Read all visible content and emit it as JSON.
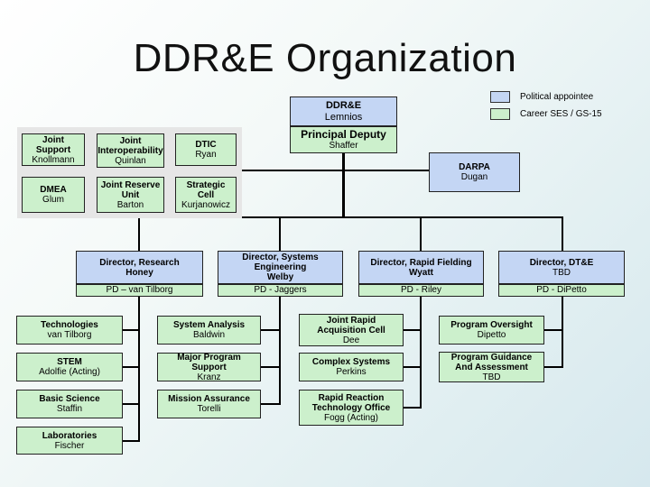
{
  "title": "DDR&E Organization",
  "legend": [
    {
      "label": "Political appointee",
      "color": "#c4d6f4"
    },
    {
      "label": "Career SES / GS-15",
      "color": "#ccf0cc"
    }
  ],
  "top": {
    "title": "DDR&E",
    "name": "Lemnios"
  },
  "deputy": {
    "title": "Principal Deputy",
    "name": "Shaffer"
  },
  "darpa": {
    "title": "DARPA",
    "name": "Dugan"
  },
  "left_group": [
    {
      "title": "Joint Support",
      "name": "Knollmann"
    },
    {
      "title": "Joint Interoperability",
      "name": "Quinlan"
    },
    {
      "title": "DTIC",
      "name": "Ryan"
    },
    {
      "title": "DMEA",
      "name": "Glum"
    },
    {
      "title": "Joint Reserve Unit",
      "name": "Barton"
    },
    {
      "title": "Strategic Cell",
      "name": "Kurjanowicz"
    }
  ],
  "directors": [
    {
      "title": "Director, Research",
      "name": "Honey",
      "pd": "PD – van Tilborg"
    },
    {
      "title": "Director, Systems Engineering",
      "name": "Welby",
      "pd": "PD - Jaggers"
    },
    {
      "title": "Director, Rapid Fielding",
      "name": "Wyatt",
      "pd": "PD - Riley"
    },
    {
      "title": "Director, DT&E",
      "name": "TBD",
      "pd": "PD - DiPetto"
    }
  ],
  "research_units": [
    {
      "title": "Technologies",
      "name": "van Tilborg"
    },
    {
      "title": "STEM",
      "name": "Adolfie (Acting)"
    },
    {
      "title": "Basic Science",
      "name": "Staffin"
    },
    {
      "title": "Laboratories",
      "name": "Fischer"
    }
  ],
  "se_units": [
    {
      "title": "System Analysis",
      "name": "Baldwin"
    },
    {
      "title": "Major Program Support",
      "name": "Kranz"
    },
    {
      "title": "Mission Assurance",
      "name": "Torelli"
    }
  ],
  "rf_units": [
    {
      "title": "Joint Rapid Acquisition Cell",
      "name": "Dee"
    },
    {
      "title": "Complex Systems",
      "name": "Perkins"
    },
    {
      "title": "Rapid Reaction Technology Office",
      "name": "Fogg (Acting)"
    }
  ],
  "dte_units": [
    {
      "title": "Program Oversight",
      "name": "Dipetto"
    },
    {
      "title": "Program Guidance And Assessment",
      "name": "TBD"
    }
  ]
}
